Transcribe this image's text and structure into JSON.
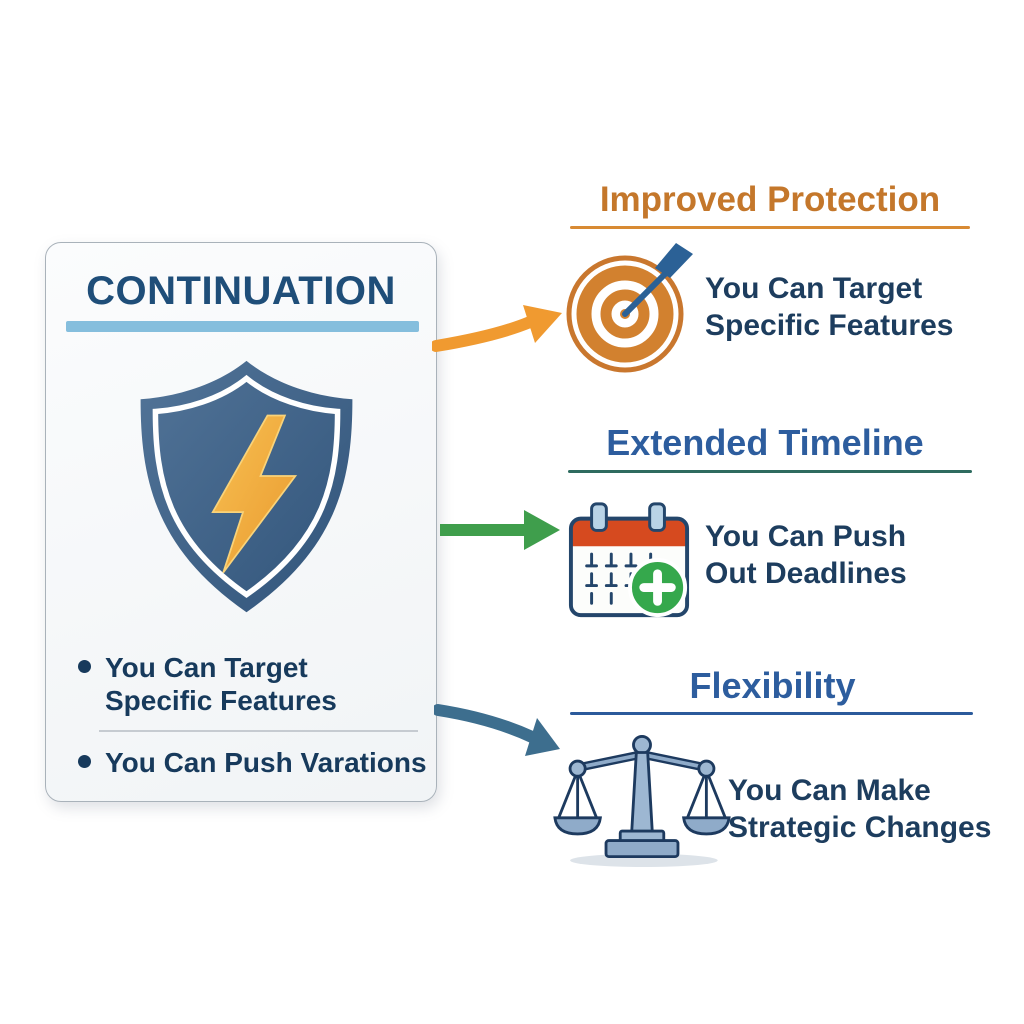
{
  "card": {
    "title": "CONTINUATION",
    "bullets": [
      {
        "line1": "You Can Target",
        "line2": "Specific Features"
      },
      {
        "line1": "You Can Push Varations",
        "line2": ""
      }
    ]
  },
  "sections": [
    {
      "title": "Improved Protection",
      "text_line1": "You Can Target",
      "text_line2": "Specific Features",
      "icon": "target-icon",
      "accent_color": "#c4772b",
      "underline_color": "#d88a33"
    },
    {
      "title": "Extended Timeline",
      "text_line1": "You Can Push",
      "text_line2": "Out Deadlines",
      "icon": "calendar-plus-icon",
      "accent_color": "#2d5d9e",
      "underline_color": "#2e6b5f"
    },
    {
      "title": "Flexibility",
      "text_line1": "You Can Make",
      "text_line2": "Strategic Changes",
      "icon": "balance-scales-icon",
      "accent_color": "#2d5d9e",
      "underline_color": "#2b5a9b"
    }
  ],
  "colors": {
    "card_title": "#1f4e79",
    "card_bar": "#85bedd",
    "bullet_text": "#173a5c",
    "body_text": "#1d3d5e",
    "shield_fill": "#3e5f82",
    "bolt_fill": "#f2a93c",
    "arrow_orange": "#f09a30",
    "arrow_green": "#3f9e4c",
    "arrow_blue": "#3d6e8e"
  }
}
